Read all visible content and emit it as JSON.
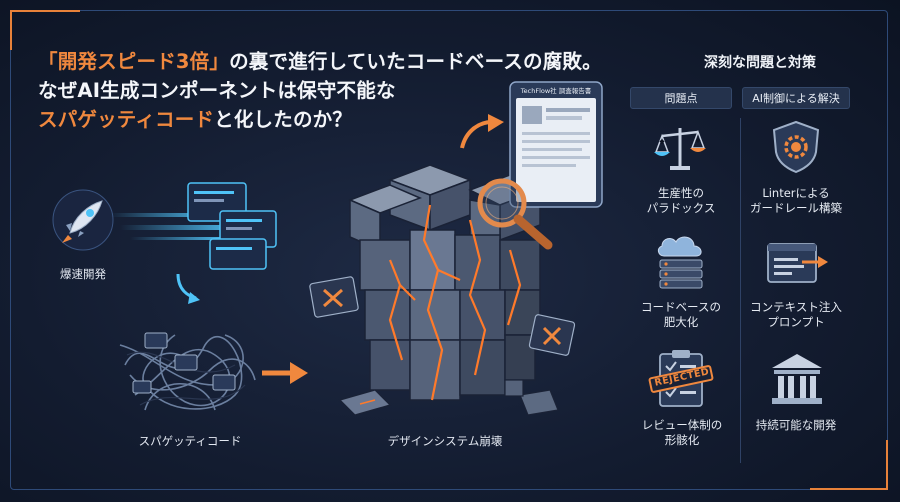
{
  "headline": {
    "line1_orange": "「開発スピード3倍」",
    "line1_white": "の裏で進行していたコードベースの腐敗。",
    "line2": "なぜAI生成コンポーネントは保守不能な",
    "line3_orange": "スパゲッティコード",
    "line3_white": "と化したのか？"
  },
  "left_flow": {
    "rapid_dev_label": "爆速開発",
    "spaghetti_label": "スパゲッティコード",
    "collapse_label": "デザインシステム崩壊"
  },
  "document": {
    "title": "TechFlow社 調査報告書"
  },
  "panel": {
    "title": "深刻な問題と対策",
    "col_problems": "問題点",
    "col_solutions": "AI制御による解決",
    "problems": [
      {
        "icon": "scale-icon",
        "line1": "生産性の",
        "line2": "パラドックス"
      },
      {
        "icon": "cloud-server-icon",
        "line1": "コードベースの",
        "line2": "肥大化"
      },
      {
        "icon": "rejected-clipboard-icon",
        "line1": "レビュー体制の",
        "line2": "形骸化"
      }
    ],
    "solutions": [
      {
        "icon": "shield-gear-icon",
        "line1": "Linterによる",
        "line2": "ガードレール構築"
      },
      {
        "icon": "browser-arrow-icon",
        "line1": "コンテキスト注入",
        "line2": "プロンプト"
      },
      {
        "icon": "bank-pillar-icon",
        "line1": "持続可能な開発",
        "line2": ""
      }
    ],
    "stamp_text": "REJECTED"
  },
  "colors": {
    "accent": "#f0883e",
    "frame": "#2e4a78",
    "cyan": "#4fc3f7"
  }
}
